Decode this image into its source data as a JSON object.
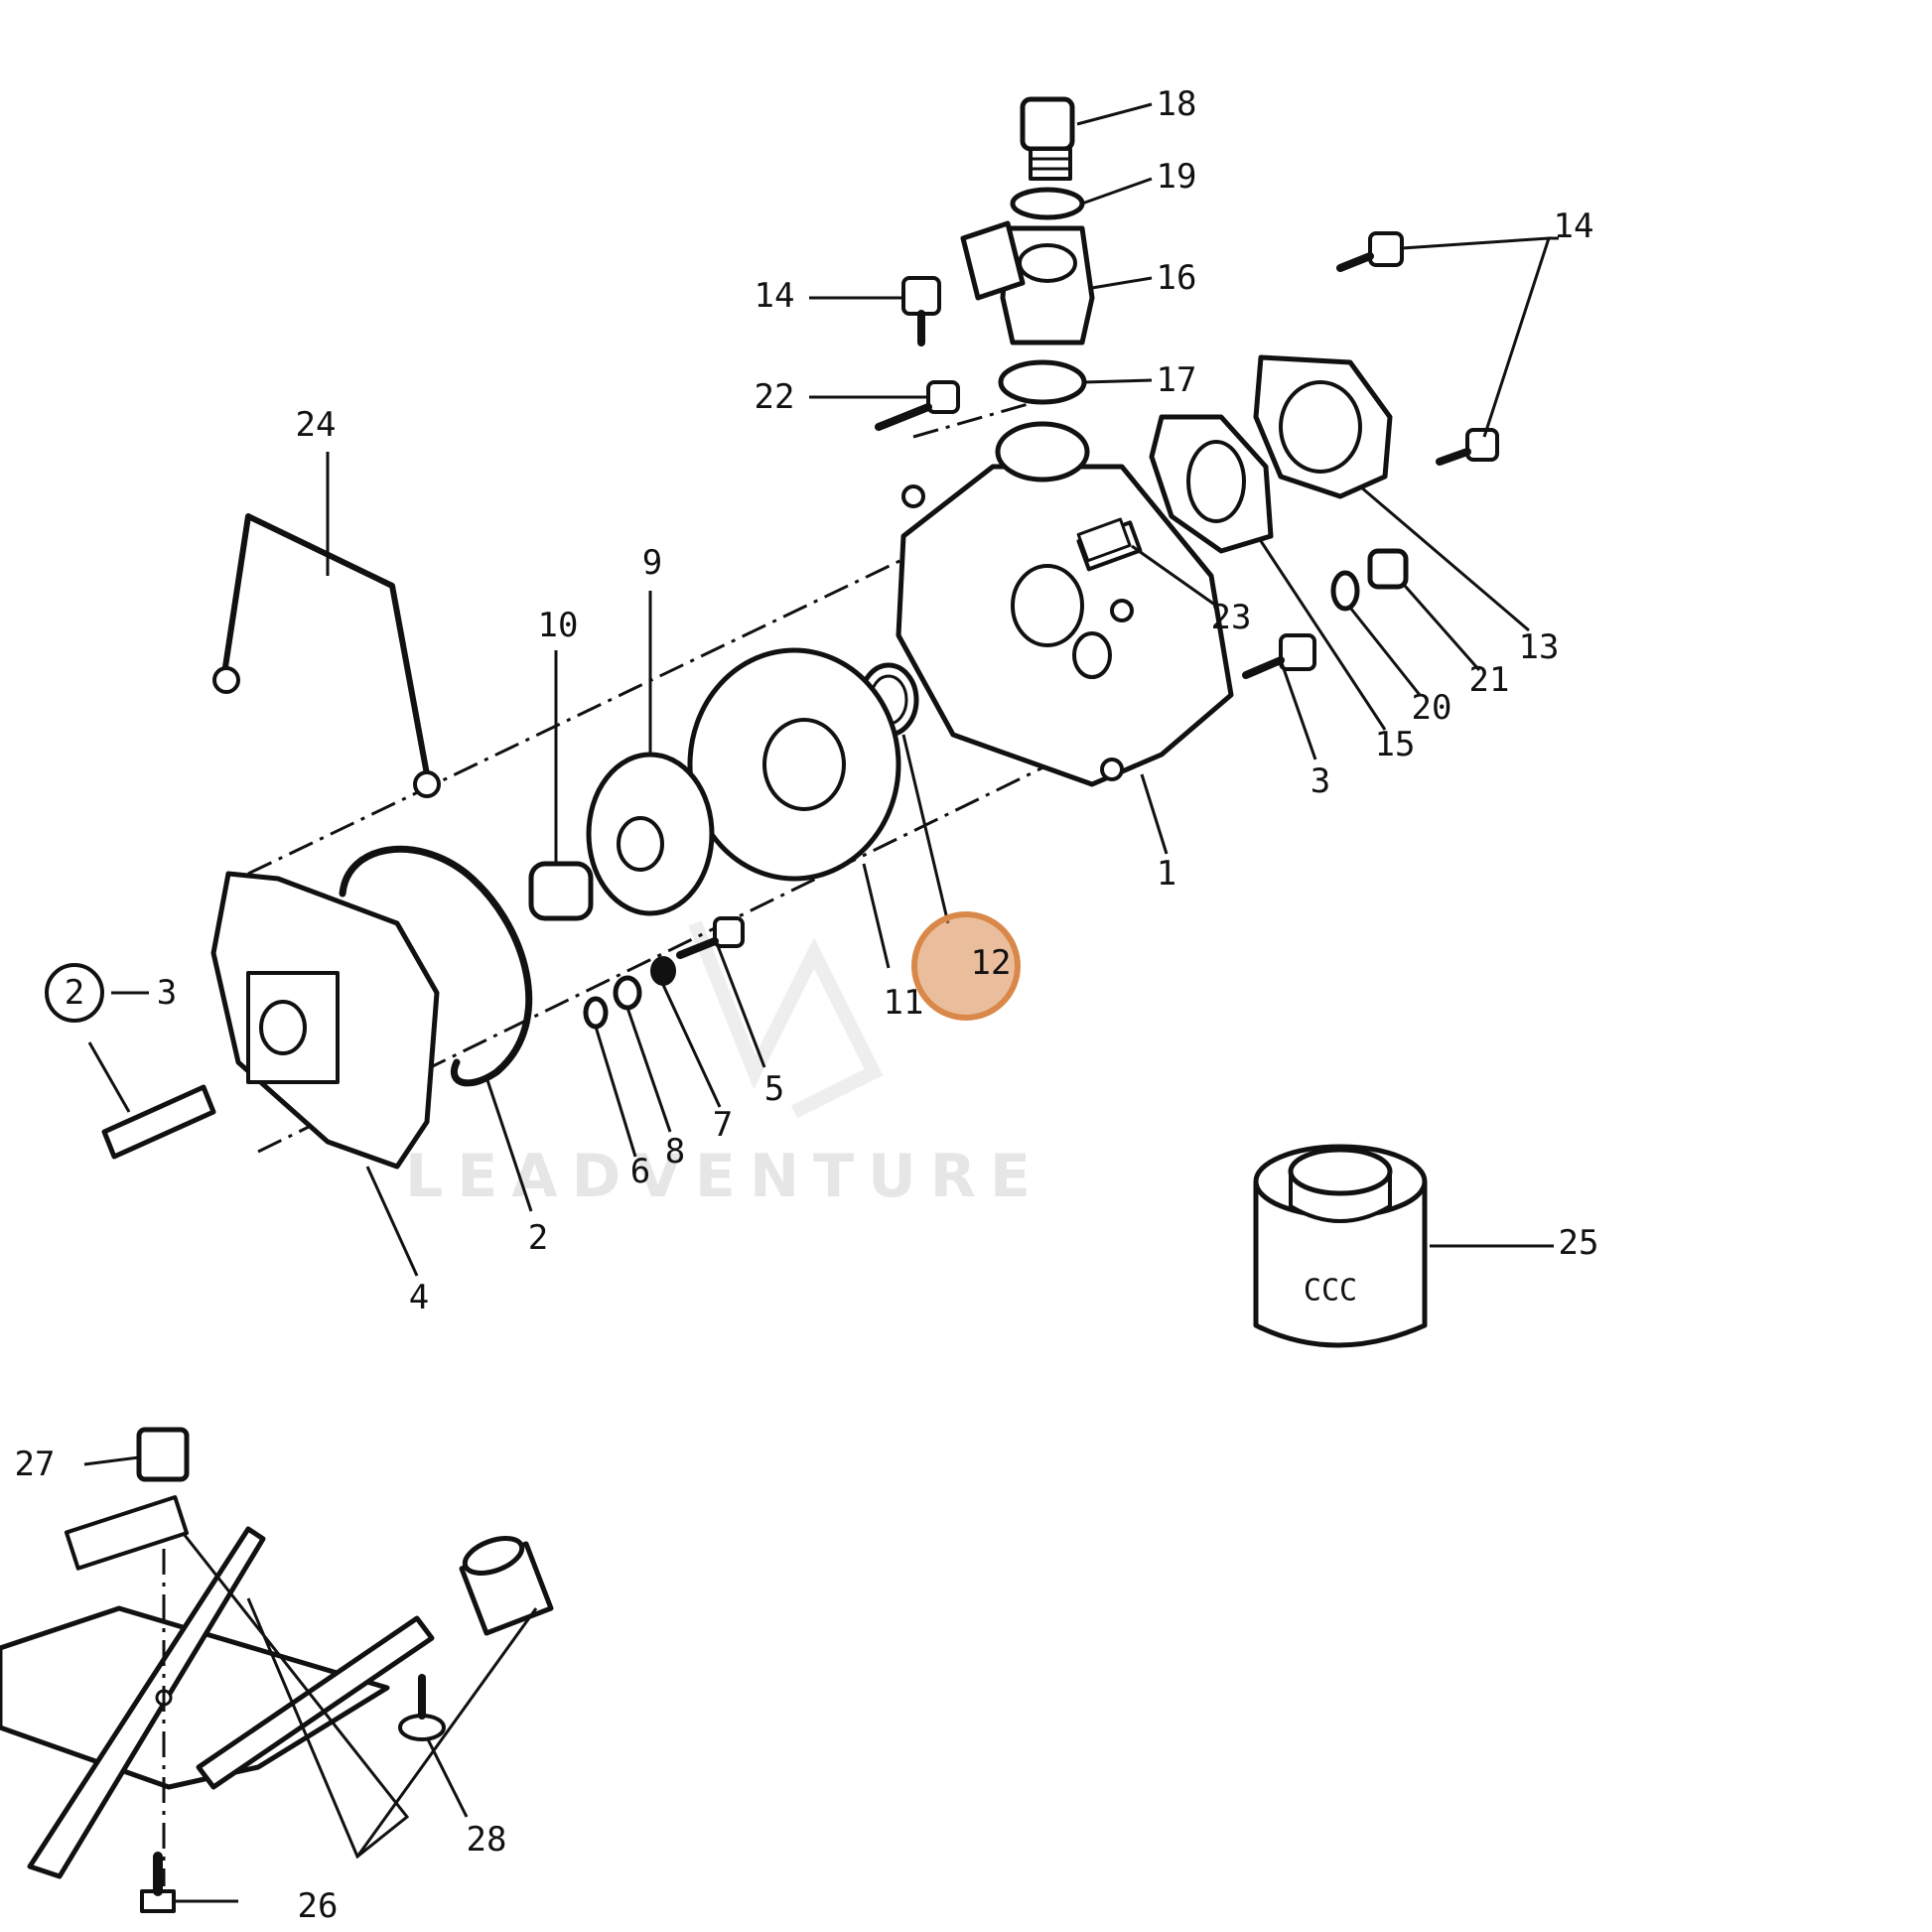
{
  "watermark": "LEADVENTURE",
  "highlight": {
    "callout": "12",
    "color": "#d9884a"
  },
  "callouts": {
    "c1": "1",
    "c2a": "2",
    "c2b": "2",
    "c3a": "3",
    "c3b": "3",
    "c4": "4",
    "c5": "5",
    "c6": "6",
    "c7": "7",
    "c8": "8",
    "c9": "9",
    "c10": "10",
    "c11": "11",
    "c12": "12",
    "c13": "13",
    "c14a": "14",
    "c14b": "14",
    "c15": "15",
    "c16": "16",
    "c17": "17",
    "c18": "18",
    "c19": "19",
    "c20": "20",
    "c21": "21",
    "c22": "22",
    "c23": "23",
    "c24": "24",
    "c25": "25",
    "c26": "26",
    "c27": "27",
    "c28": "28"
  }
}
